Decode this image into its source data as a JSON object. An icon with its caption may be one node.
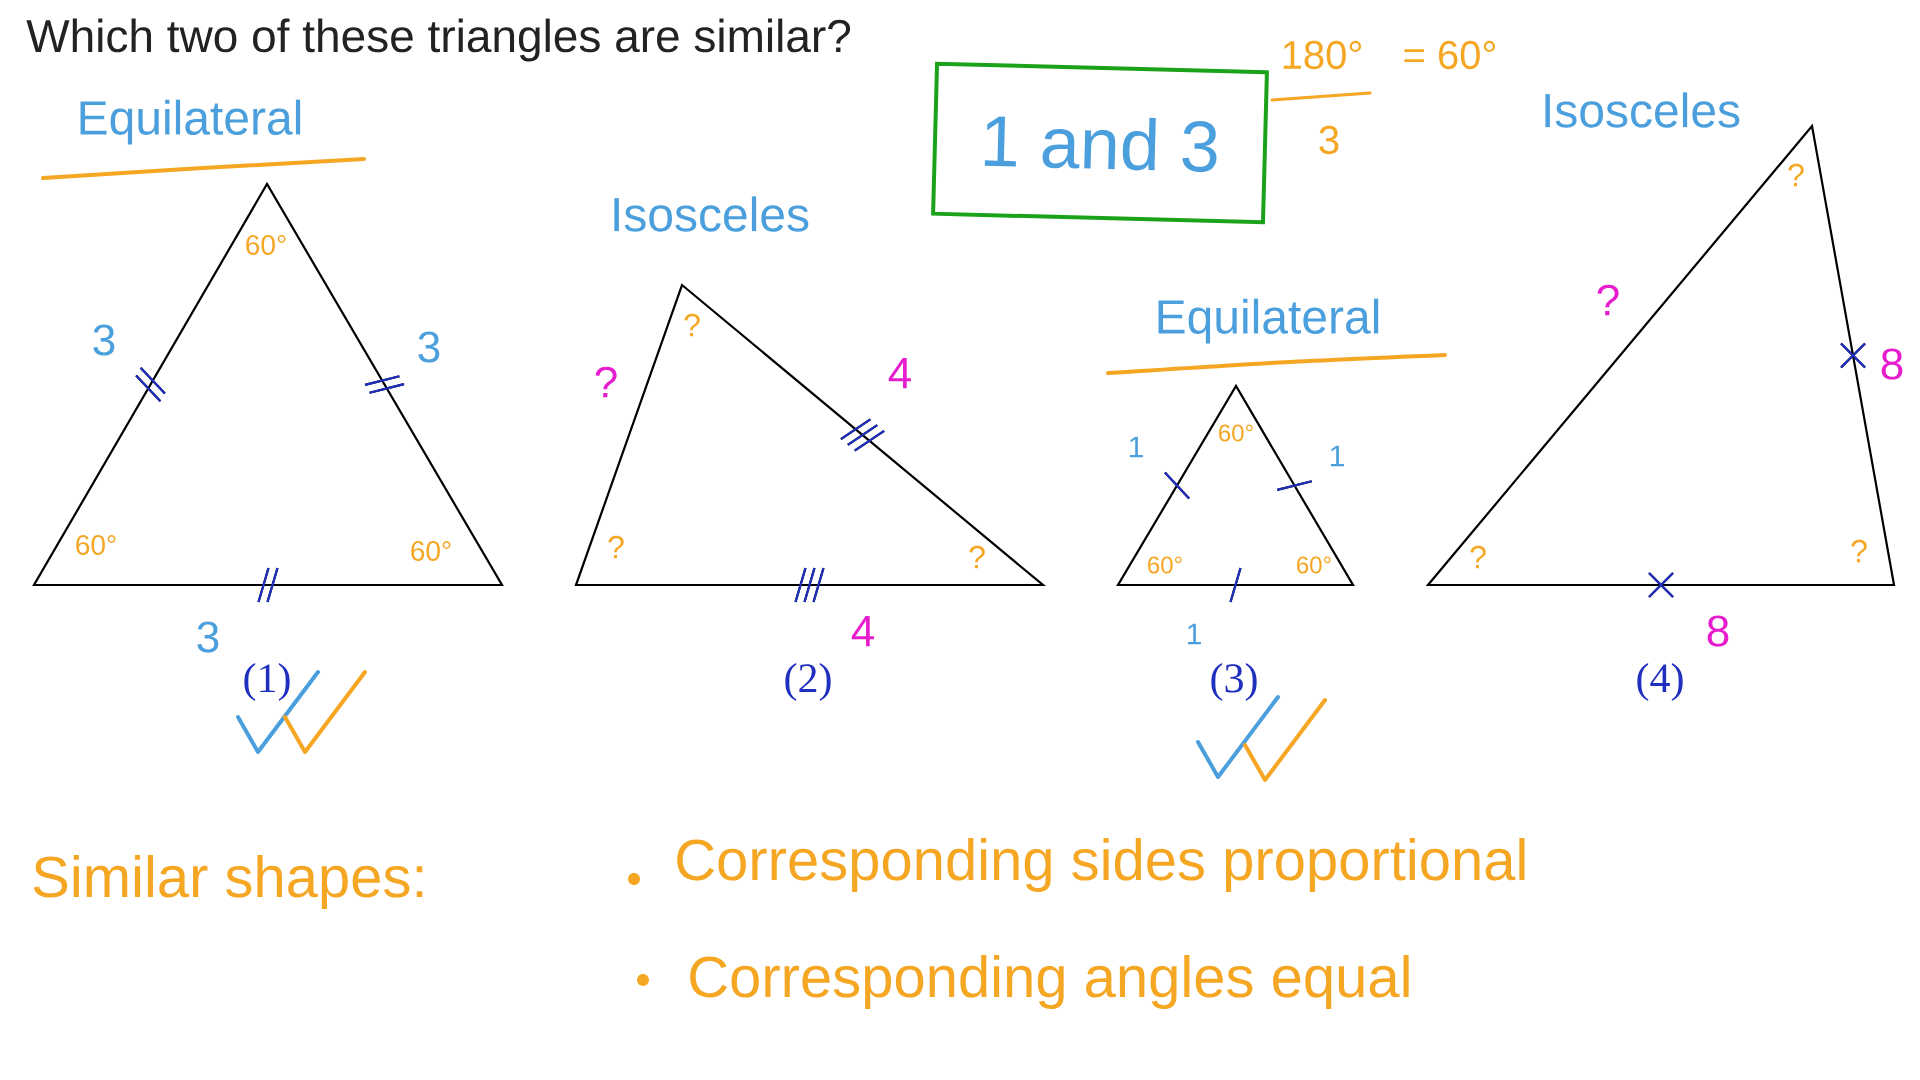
{
  "diagram": {
    "nodes": [
      {
        "text": [
          "1 and 3"
        ]
      }
    ],
    "labels": [
      "Which two of these triangles are similar?",
      "180°",
      "3",
      "= 60°",
      "Equilateral",
      "Isosceles",
      "Equilateral",
      "Isosceles",
      "60°",
      "3",
      "3",
      "60°",
      "60°",
      "3",
      "(1)",
      "?",
      "?",
      "4",
      "?",
      "?",
      "4",
      "(2)",
      "1",
      "60°",
      "1",
      "60°",
      "60°",
      "1",
      "(3)",
      "?",
      "?",
      "8",
      "?",
      "?",
      "8",
      "(4)",
      "Similar shapes:",
      "Corresponding sides proportional",
      "Corresponding angles equal"
    ]
  }
}
